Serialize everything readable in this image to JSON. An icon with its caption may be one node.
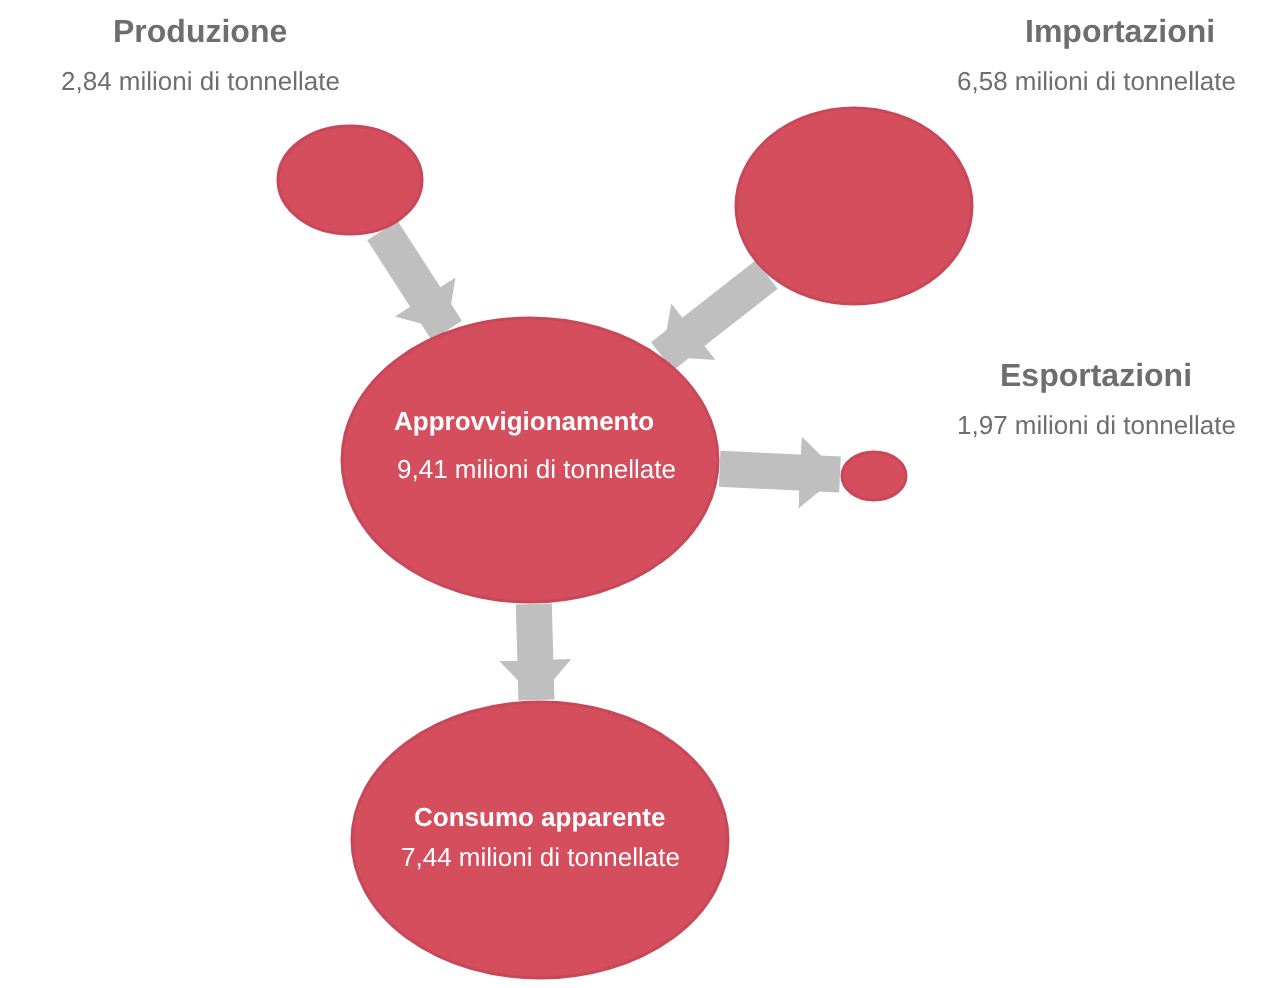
{
  "diagram": {
    "nodes": [
      {
        "text": [
          "Produzione",
          "2,84 milioni di tonnellate"
        ]
      },
      {
        "text": [
          "Importazioni",
          "6,58 milioni di tonnellate"
        ]
      },
      {
        "text": [
          "Approvvigionamento",
          "9,41 milioni di tonnellate"
        ]
      },
      {
        "text": [
          "Esportazioni",
          "1,97 milioni di tonnellate"
        ]
      },
      {
        "text": [
          "Consumo apparente",
          "7,44 milioni di tonnellate"
        ]
      }
    ],
    "edges": [
      {
        "from": 0,
        "to": 2,
        "arrow": "to"
      },
      {
        "from": 1,
        "to": 2,
        "arrow": "to"
      },
      {
        "from": 2,
        "to": 3,
        "arrow": "to"
      },
      {
        "from": 2,
        "to": 4,
        "arrow": "to"
      }
    ]
  }
}
